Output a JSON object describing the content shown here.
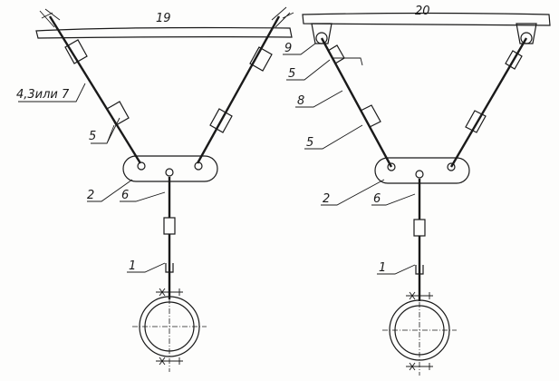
{
  "figure": {
    "left_assembly": {
      "ceiling_label": "19",
      "labels": {
        "rod": "4,3или 7",
        "turnbuckle": "5",
        "plate": "2",
        "link": "6",
        "hanger": "1"
      }
    },
    "right_assembly": {
      "ceiling_label": "20",
      "labels": {
        "bracket": "9",
        "turnbuckle_upper": "5",
        "rod": "8",
        "turnbuckle_lower": "5",
        "plate": "2",
        "link": "6",
        "hanger": "1"
      }
    }
  }
}
